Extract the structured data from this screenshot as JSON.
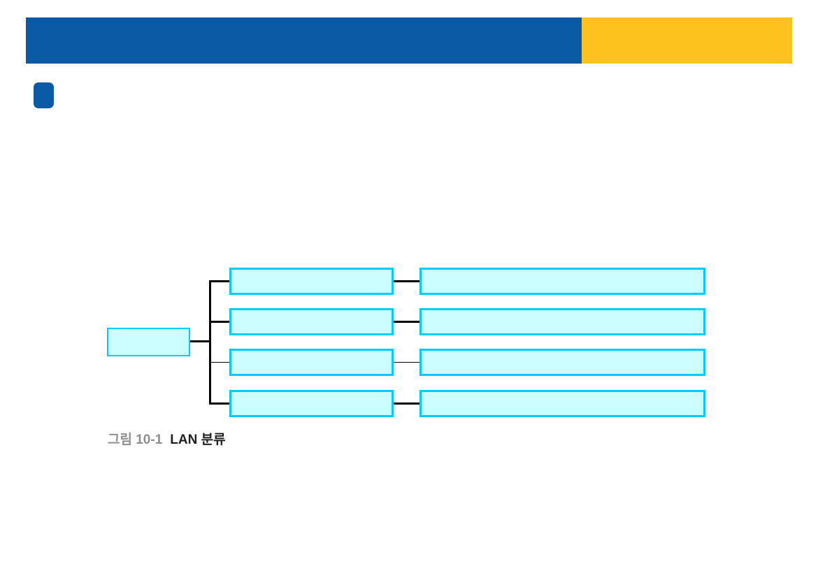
{
  "slide": {
    "background_color": "#FFFFFF"
  },
  "header": {
    "blue_color": "#0B5AA6",
    "yellow_color": "#FDC21E"
  },
  "section_marker": {
    "shape": "rounded-square",
    "color": "#0B5AA6"
  },
  "diagram": {
    "type": "tree",
    "box_border_color": "#00CCFF",
    "box_fill_color": "#CCFEFF",
    "connector_color": "#000000",
    "root": {
      "label": ""
    },
    "rows": [
      {
        "middle": {
          "label": ""
        },
        "right": {
          "label": ""
        }
      },
      {
        "middle": {
          "label": ""
        },
        "right": {
          "label": ""
        }
      },
      {
        "middle": {
          "label": ""
        },
        "right": {
          "label": ""
        }
      },
      {
        "middle": {
          "label": ""
        },
        "right": {
          "label": ""
        }
      }
    ]
  },
  "caption": {
    "label": "그림 10-1",
    "title": "LAN 분류"
  }
}
